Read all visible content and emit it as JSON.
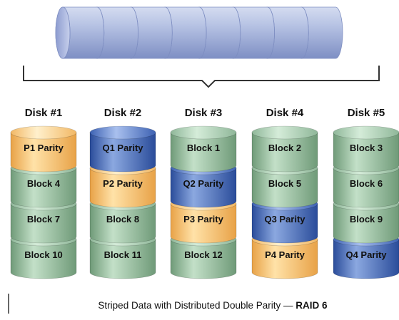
{
  "disks": [
    {
      "title": "Disk #1",
      "cells": [
        {
          "label": "P1 Parity",
          "kind": "parity_p"
        },
        {
          "label": "Block 4",
          "kind": "data"
        },
        {
          "label": "Block 7",
          "kind": "data"
        },
        {
          "label": "Block 10",
          "kind": "data"
        }
      ]
    },
    {
      "title": "Disk #2",
      "cells": [
        {
          "label": "Q1 Parity",
          "kind": "parity_q"
        },
        {
          "label": "P2 Parity",
          "kind": "parity_p"
        },
        {
          "label": "Block 8",
          "kind": "data"
        },
        {
          "label": "Block 11",
          "kind": "data"
        }
      ]
    },
    {
      "title": "Disk #3",
      "cells": [
        {
          "label": "Block 1",
          "kind": "data"
        },
        {
          "label": "Q2 Parity",
          "kind": "parity_q"
        },
        {
          "label": "P3 Parity",
          "kind": "parity_p"
        },
        {
          "label": "Block 12",
          "kind": "data"
        }
      ]
    },
    {
      "title": "Disk #4",
      "cells": [
        {
          "label": "Block 2",
          "kind": "data"
        },
        {
          "label": "Block 5",
          "kind": "data"
        },
        {
          "label": "Q3 Parity",
          "kind": "parity_q"
        },
        {
          "label": "P4 Parity",
          "kind": "parity_p"
        }
      ]
    },
    {
      "title": "Disk #5",
      "cells": [
        {
          "label": "Block 3",
          "kind": "data"
        },
        {
          "label": "Block 6",
          "kind": "data"
        },
        {
          "label": "Block 9",
          "kind": "data"
        },
        {
          "label": "Q4 Parity",
          "kind": "parity_q"
        }
      ]
    }
  ],
  "caption": {
    "text": "Striped Data with Distributed Double Parity — ",
    "emphasis": "RAID 6"
  },
  "colors": {
    "data": "#9ec9a8",
    "parity_p": "#f7c878",
    "parity_q": "#4a6fb8",
    "logical_volume": "#a7b5da",
    "bracket": "#333333"
  }
}
